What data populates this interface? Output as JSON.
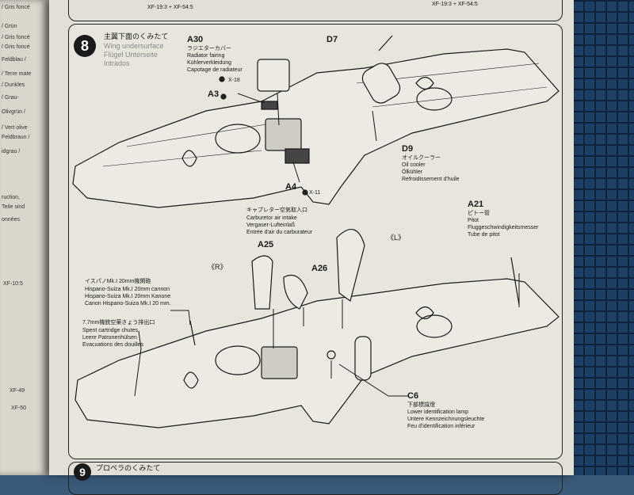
{
  "left_fragments": [
    "/ Gris foncé",
    "/ Grün",
    "/ Gris foncé",
    "/ Gris foncé",
    "Feldblau /",
    "/ Terre mate",
    "/ Dunkles",
    "/ Grau-",
    "Olivgrün /",
    "/ Vert olive",
    "Feldbraun /",
    "idgrau /",
    "ruction,",
    "Teile sind",
    "onnées"
  ],
  "left_small_labels": {
    "xf1": "XF-10:5",
    "xf2": "XF-49",
    "xf3": "XF-50"
  },
  "top_labels": {
    "left": "XF-19:3 + XF-54:5",
    "right": "XF-19:3 + XF-54:5"
  },
  "step": {
    "number": "8",
    "title_jp": "主翼下面のくみたて",
    "title_en": "Wing undersurface",
    "title_de": "Flügel Unterseite",
    "title_fr": "Intrados"
  },
  "callouts": {
    "a30": {
      "id": "A30",
      "jp": "ラジエターカバー",
      "en": "Radiator fairing",
      "de": "Kühlerverkleidung",
      "fr": "Capotage de radiateur"
    },
    "x18": "X-18",
    "a3": "A3",
    "d7": "D7",
    "d9": {
      "id": "D9",
      "jp": "オイルクーラー",
      "en": "Oil cooler",
      "de": "Ölkühler",
      "fr": "Refroidissement d'huile"
    },
    "a4": "A4",
    "x11": "X-11",
    "carb": {
      "jp": "キャブレター空気取入口",
      "en": "Carburetor air intake",
      "de": "Vergaser-Lufteinlaß",
      "fr": "Entrée d'air du carburateur"
    },
    "a21": {
      "id": "A21",
      "jp": "ピトー管",
      "en": "Pitot",
      "de": "Fluggeschwindigkeitsmesser",
      "fr": "Tube de pitot"
    },
    "a25": "A25",
    "a26": "A26",
    "r": "《R》",
    "l": "《L》",
    "cannon": {
      "jp": "イスパノMk.I 20mm機関砲",
      "en": "Hispano-Suiza Mk.I 20mm cannon",
      "de": "Hispano-Suiza Mk.I 20mm Kanone",
      "fr": "Canon Hispano-Suiza Mk.I 20 mm."
    },
    "chutes": {
      "jp": "7.7mm機銃空薬きょう排出口",
      "en": "Spent cartridge chutes",
      "de": "Leere Patronenhülsen",
      "fr": "Evacuations des douilles"
    },
    "c6": {
      "id": "C6",
      "jp": "下部標識燈",
      "en": "Lower identification lamp",
      "de": "Untere Kennzeichnungsleuchte",
      "fr": "Feu d'identification inférieur"
    }
  },
  "next_step": {
    "number": "9",
    "title_jp": "プロペラのくみたて"
  },
  "colors": {
    "paper": "#e2dfd6",
    "ink": "#1a1a1a",
    "mat": "#1d3f63"
  }
}
